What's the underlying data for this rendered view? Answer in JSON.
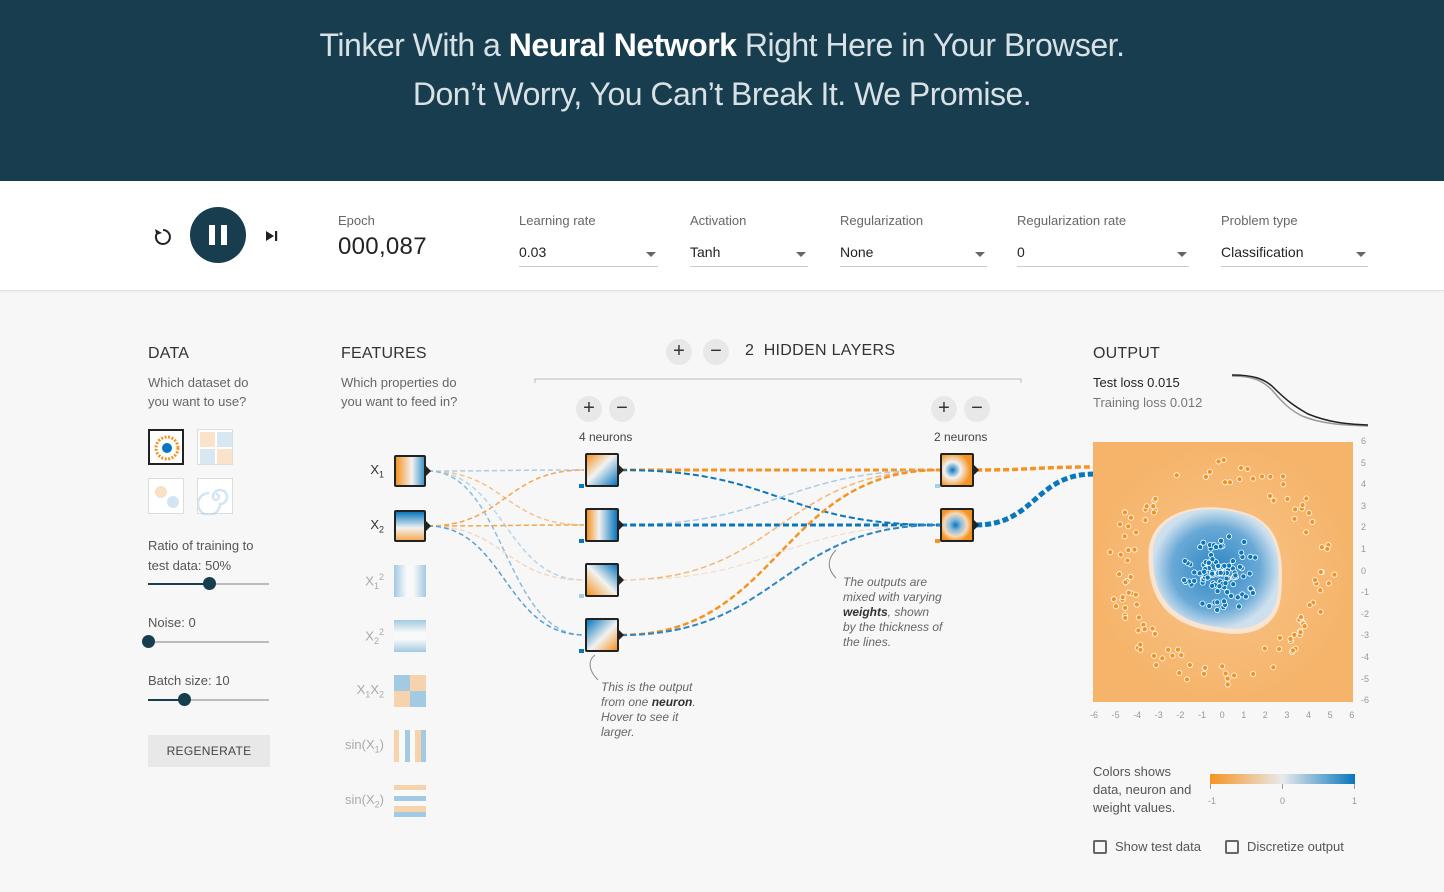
{
  "banner": {
    "line1_prefix": "Tinker With a ",
    "line1_bold": "Neural Network",
    "line1_suffix": " Right Here in Your Browser.",
    "line2": "Don’t Worry, You Can’t Break It. We Promise."
  },
  "controls": {
    "reset_icon": "reset-icon",
    "play_icon": "pause-icon",
    "step_icon": "step-icon",
    "epoch_label": "Epoch",
    "epoch_value": "000,087",
    "learning_rate_label": "Learning rate",
    "learning_rate_value": "0.03",
    "activation_label": "Activation",
    "activation_value": "Tanh",
    "regularization_label": "Regularization",
    "regularization_value": "None",
    "regularization_rate_label": "Regularization rate",
    "regularization_rate_value": "0",
    "problem_type_label": "Problem type",
    "problem_type_value": "Classification"
  },
  "data": {
    "title": "DATA",
    "subtitle_line1": "Which dataset do",
    "subtitle_line2": "you want to use?",
    "ratio_label_line1": "Ratio of training to",
    "ratio_label_line2": "test data:  50%",
    "ratio_value": 0.5,
    "noise_label": "Noise:  0",
    "noise_value": 0,
    "batch_label": "Batch size:  10",
    "batch_value": 0.3,
    "regenerate": "REGENERATE"
  },
  "features": {
    "title": "FEATURES",
    "subtitle_line1": "Which properties do",
    "subtitle_line2": "you want to feed in?",
    "items": [
      {
        "base": "X",
        "sub": "1",
        "sup": "",
        "active": true
      },
      {
        "base": "X",
        "sub": "2",
        "sup": "",
        "active": true
      },
      {
        "base": "X",
        "sub": "1",
        "sup": "2",
        "active": false
      },
      {
        "base": "X",
        "sub": "2",
        "sup": "2",
        "active": false
      },
      {
        "base": "X",
        "sub": "1",
        "sup": "",
        "base2": "X",
        "sub2": "2",
        "active": false
      },
      {
        "base": "sin(X",
        "sub": "1",
        "sup": "",
        "tail": ")",
        "active": false
      },
      {
        "base": "sin(X",
        "sub": "2",
        "sup": "",
        "tail": ")",
        "active": false
      }
    ]
  },
  "network": {
    "plus": "+",
    "minus": "−",
    "hidden_layers_count": "2",
    "hidden_layers_label": "HIDDEN LAYERS",
    "layer1_count": "4 neurons",
    "layer2_count": "2 neurons",
    "annotation_neuron": {
      "pre": "This is the output from one ",
      "bold": "neuron",
      "post": ". Hover to see it larger."
    },
    "annotation_weights": {
      "pre": "The outputs are mixed with varying ",
      "bold": "weights",
      "post": ", shown by the thickness of the lines."
    }
  },
  "output": {
    "title": "OUTPUT",
    "test_loss": "Test loss 0.015",
    "training_loss": "Training loss 0.012",
    "x_ticks": [
      "-6",
      "-5",
      "-4",
      "-3",
      "-2",
      "-1",
      "0",
      "1",
      "2",
      "3",
      "4",
      "5",
      "6"
    ],
    "y_ticks": [
      "6",
      "5",
      "4",
      "3",
      "2",
      "1",
      "0",
      "-1",
      "-2",
      "-3",
      "-4",
      "-5",
      "-6"
    ],
    "legend_line1": "Colors shows",
    "legend_line2": "data, neuron and",
    "legend_line3": "weight values.",
    "legend_min": "-1",
    "legend_mid": "0",
    "legend_max": "1",
    "show_test_data": "Show test data",
    "discretize_output": "Discretize output",
    "colors": {
      "orange": "#f59322",
      "blue": "#0877bd",
      "light_orange": "#f6c38b",
      "light_blue": "#a9cde6"
    }
  }
}
